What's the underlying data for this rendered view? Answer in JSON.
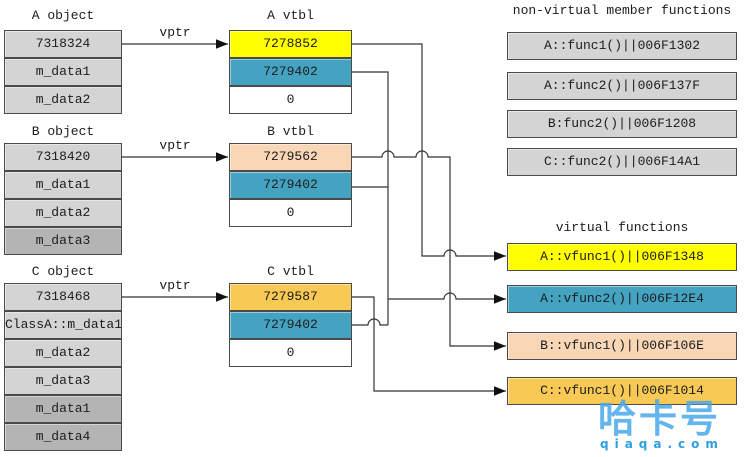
{
  "colors": {
    "yellow": "#ffff00",
    "teal": "#45a3c2",
    "peach": "#f8d6b6",
    "amber": "#f8ca55",
    "cell_light": "#d4d4d4",
    "cell_dark": "#b4b4b4",
    "line": "#333333",
    "watermark_blue": "#2d9fe0"
  },
  "vptr_label": "vptr",
  "objects": [
    {
      "title": "A object",
      "rows": [
        "7318324",
        "m_data1",
        "m_data2"
      ]
    },
    {
      "title": "B object",
      "rows": [
        "7318420",
        "m_data1",
        "m_data2",
        "m_data3"
      ]
    },
    {
      "title": "C object",
      "rows": [
        "7318468",
        "ClassA::m_data1",
        "m_data2",
        "m_data3",
        "m_data1",
        "m_data4"
      ]
    }
  ],
  "vtbls": [
    {
      "title": "A vtbl",
      "rows": [
        {
          "value": "7278852",
          "color": "yellow"
        },
        {
          "value": "7279402",
          "color": "teal"
        },
        {
          "value": "0",
          "color": "white"
        }
      ]
    },
    {
      "title": "B vtbl",
      "rows": [
        {
          "value": "7279562",
          "color": "peach"
        },
        {
          "value": "7279402",
          "color": "teal"
        },
        {
          "value": "0",
          "color": "white"
        }
      ]
    },
    {
      "title": "C vtbl",
      "rows": [
        {
          "value": "7279587",
          "color": "amber"
        },
        {
          "value": "7279402",
          "color": "teal"
        },
        {
          "value": "0",
          "color": "white"
        }
      ]
    }
  ],
  "nonvirtual": {
    "title": "non-virtual member functions",
    "items": [
      "A::func1()||006F1302",
      "A::func2()||006F137F",
      "B:func2()||006F1208",
      "C::func2()||006F14A1"
    ]
  },
  "virtual": {
    "title": "virtual functions",
    "items": [
      {
        "label": "A::vfunc1()||006F1348",
        "color": "yellow"
      },
      {
        "label": "A::vfunc2()||006F12E4",
        "color": "teal"
      },
      {
        "label": "B::vfunc1()||006F106E",
        "color": "peach"
      },
      {
        "label": "C::vfunc1()||006F1014",
        "color": "amber"
      }
    ]
  },
  "watermark": {
    "logo": "哈卡号",
    "site": "qiaqa.com"
  }
}
